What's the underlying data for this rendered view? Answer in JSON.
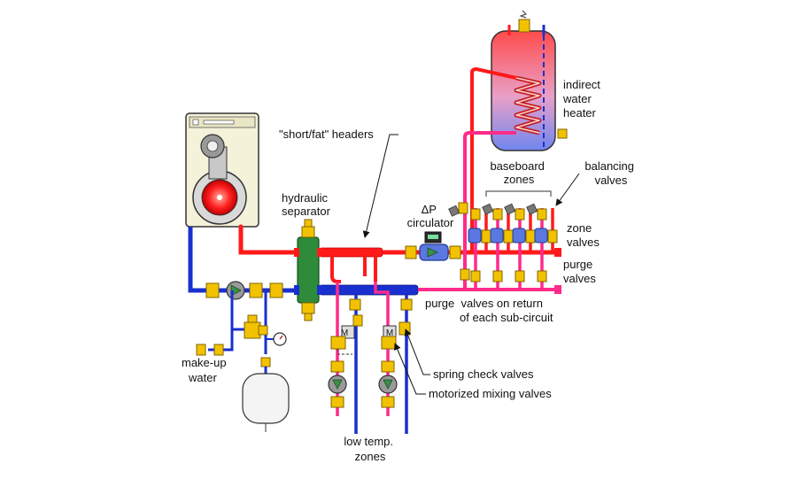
{
  "labels": {
    "headers": "\"short/fat\" headers",
    "hydraulic_separator": [
      "hydraulic",
      "separator"
    ],
    "dp_circulator": [
      "ΔP",
      "circulator"
    ],
    "indirect_heater": [
      "indirect",
      "water",
      "heater"
    ],
    "baseboard_zones": [
      "baseboard",
      "zones"
    ],
    "balancing_valves": [
      "balancing",
      "valves"
    ],
    "zone_valves": [
      "zone",
      "valves"
    ],
    "purge_valves": [
      "purge",
      "valves"
    ],
    "purge_return": [
      "purge  valves on return",
      "of each sub-circuit"
    ],
    "make_up_water": [
      "make-up",
      "water"
    ],
    "spring_check": "spring check valves",
    "motorized_mixing": "motorized mixing valves",
    "low_temp_zones": [
      "low temp.",
      "zones"
    ],
    "mixing_valve_letter": "M"
  },
  "colors": {
    "supply": "#ff1a1a",
    "return": "#1a2fd0",
    "zone_pipe": "#ff2a8a",
    "separator": "#2e8b3a",
    "brass": "#f2c200",
    "actuator": "#5a78e0",
    "expansion_tank": "#f4f4f4"
  }
}
